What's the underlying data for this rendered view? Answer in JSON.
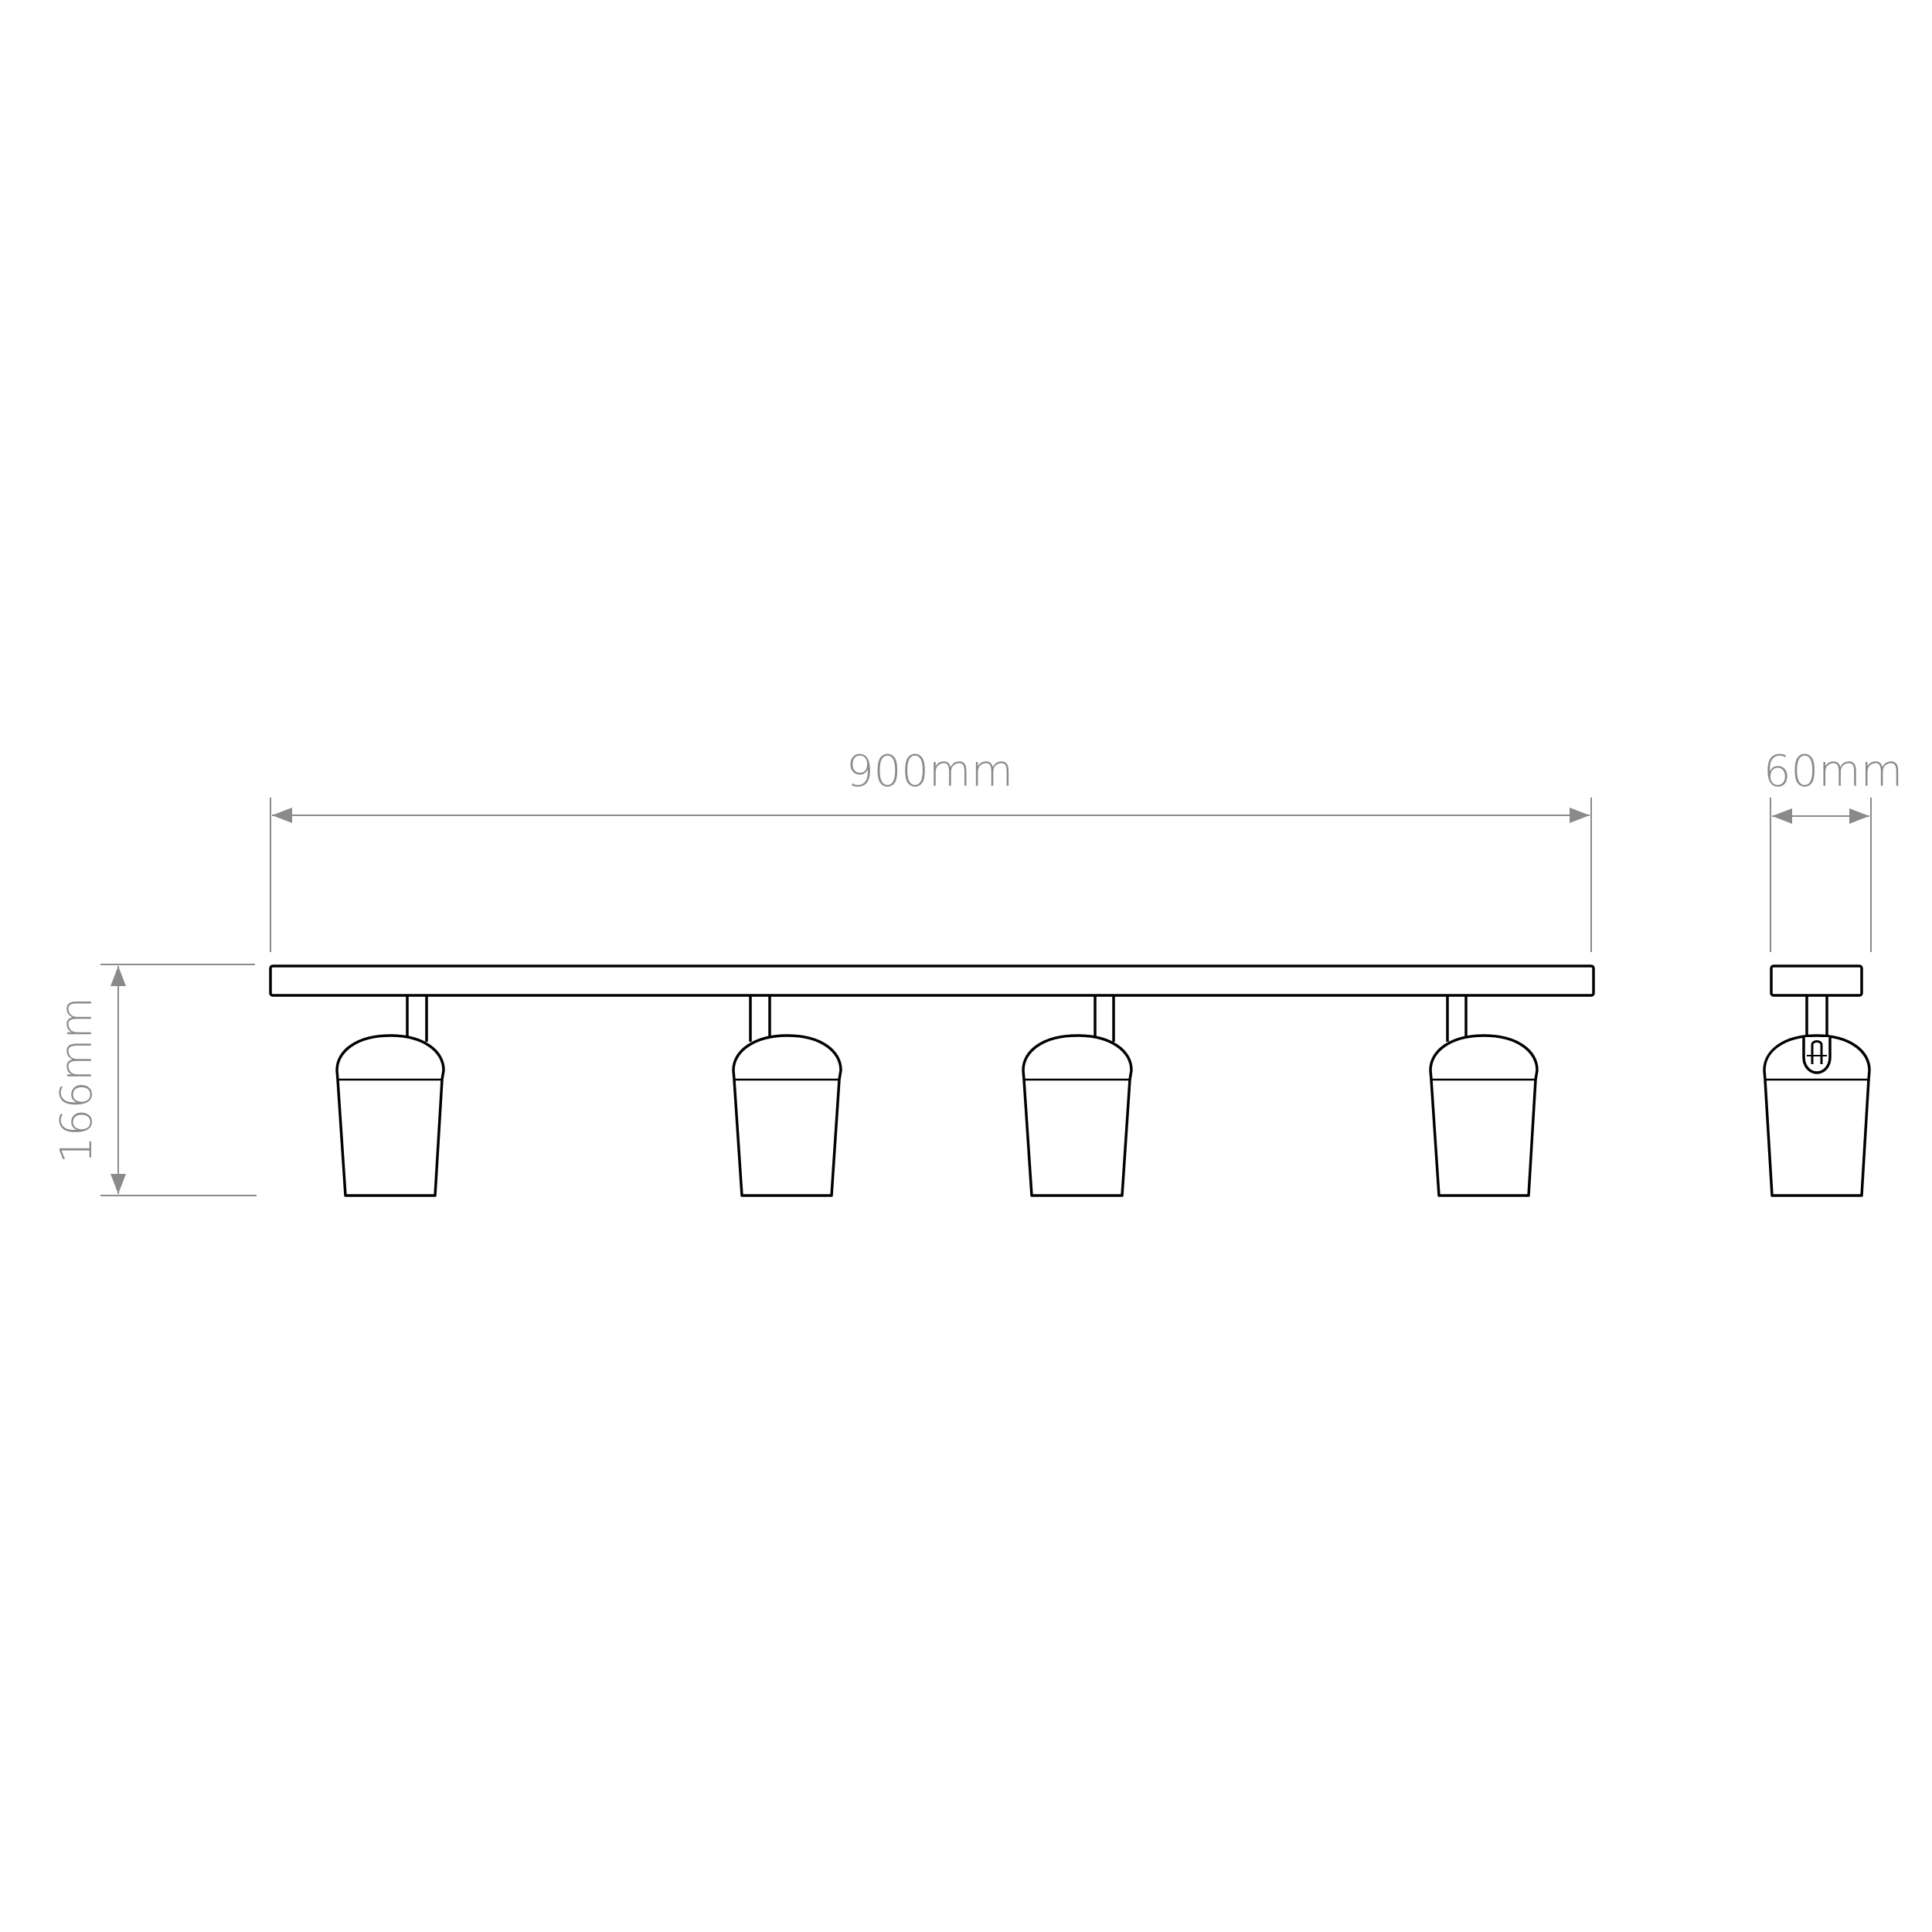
{
  "drawing": {
    "title": "Four-spotlight bar fitting dimension drawing",
    "line_color": "#000000",
    "dimension_color": "#8a8a8a",
    "background": "#ffffff"
  },
  "dimensions": {
    "width_label": "900mm",
    "depth_label": "60mm",
    "height_label": "166mm"
  },
  "views": {
    "front": {
      "name": "front-view",
      "spotlight_count": 4
    },
    "side": {
      "name": "side-view",
      "spotlight_count": 1
    }
  }
}
